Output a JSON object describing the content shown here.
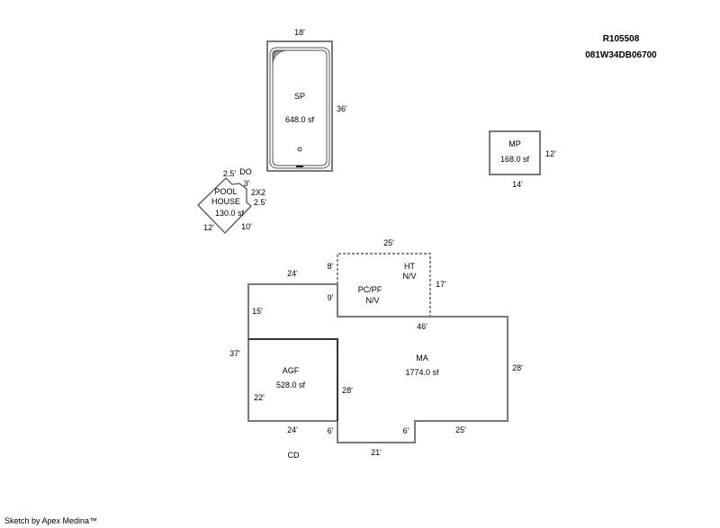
{
  "header": {
    "parcel_id": "R105508",
    "map_number": "081W34DB06700"
  },
  "footer": {
    "credit": "Sketch by Apex Medina™"
  },
  "colors": {
    "wall": "#7a7a7a",
    "wall_dark": "#333333",
    "background": "#ffffff",
    "text": "#000000"
  },
  "areas": {
    "sp": {
      "label": "SP",
      "area": "648.0 sf",
      "dims": {
        "top": "18'",
        "right": "36'"
      }
    },
    "pool_house": {
      "label_line1": "POOL",
      "label_line2": "HOUSE",
      "area": "130.0 sf",
      "annotation": "DO",
      "dims": {
        "top_left": "2.5'",
        "top": "3'",
        "notch": "2X2",
        "right": "2.5'",
        "bottom_left": "12'",
        "bottom_right": "10'"
      }
    },
    "mp": {
      "label": "MP",
      "area": "168.0 sf",
      "dims": {
        "right": "12'",
        "bottom": "14'"
      }
    },
    "ht": {
      "label": "HT",
      "value": "N/V",
      "dims": {
        "top": "25'",
        "left": "8'",
        "right": "17'"
      }
    },
    "pc_pf": {
      "label": "PC/PF",
      "value": "N/V",
      "dims": {
        "left": "9'"
      }
    },
    "ma": {
      "label": "MA",
      "area": "1774.0 sf",
      "dims": {
        "top": "46'",
        "right": "28'",
        "bottom_right": "25'",
        "step": "6'",
        "bottom": "21'",
        "left_step": "6'",
        "left": "28'"
      }
    },
    "agf": {
      "label": "AGF",
      "area": "528.0 sf",
      "dims": {
        "left": "22'",
        "bottom": "24'"
      }
    },
    "main": {
      "dims": {
        "top": "24'",
        "upper_left": "15'",
        "left": "37'"
      }
    },
    "cd": {
      "label": "CD"
    }
  }
}
